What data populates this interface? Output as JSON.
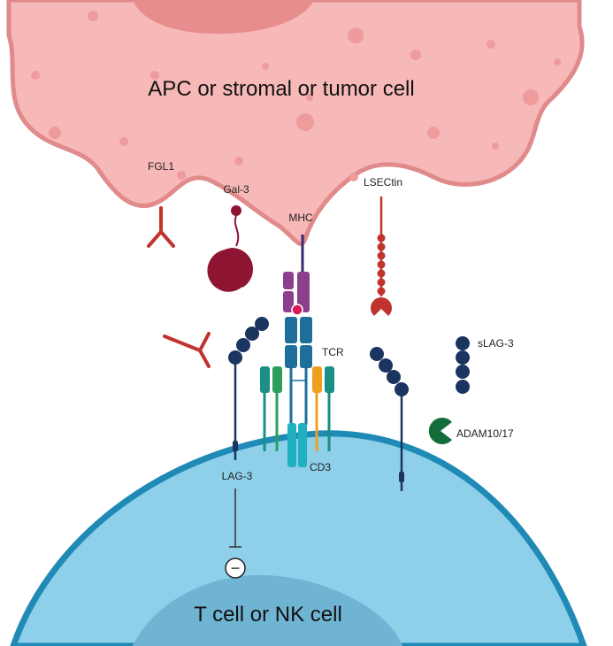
{
  "labels": {
    "top_cell": "APC or stromal or tumor cell",
    "bottom_cell": "T cell or NK cell",
    "fgl1": "FGL1",
    "gal3": "Gal-3",
    "mhc": "MHC",
    "lsectin": "LSECtin",
    "tcr": "TCR",
    "cd3": "CD3",
    "lag3": "LAG-3",
    "slag3": "sLAG-3",
    "adam": "ADAM10/17",
    "inhibit_symbol": "−"
  },
  "colors": {
    "apc_fill": "#f7b8b8",
    "apc_border": "#e08a8a",
    "apc_spot": "#ee9b9b",
    "tcell_fill": "#8ecfea",
    "tcell_border": "#1f8ab5",
    "nucleus": "#6fb5d3",
    "ligand_red": "#c0332f",
    "gal3_dark": "#8e1531",
    "mhc_purple": "#8c3f8c",
    "peptide": "#d8185b",
    "tcr_blue": "#1f6f9b",
    "cd3_teal": "#1b8f83",
    "cd3_green": "#2aa05a",
    "cd3_orange": "#f0a020",
    "cd3_cyan": "#20b0c0",
    "lag3_navy": "#1c3460",
    "adam_green": "#136d3a"
  }
}
